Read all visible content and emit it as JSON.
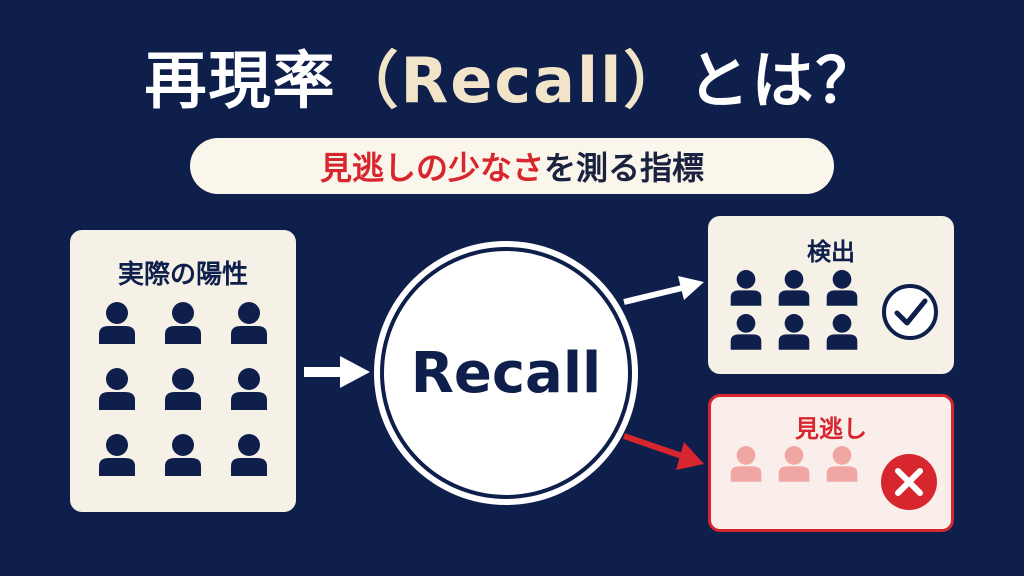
{
  "title": {
    "main": "再現率",
    "accent": "（Recall）",
    "suffix": "とは？"
  },
  "subtitle": {
    "highlight": "見逃しの少なさ",
    "rest": "を測る指標"
  },
  "positives": {
    "label": "実際の陽性",
    "count": 9
  },
  "center": {
    "label": "Recall"
  },
  "detected": {
    "label": "検出",
    "count": 6,
    "icon": "check-circle-icon"
  },
  "missed": {
    "label": "見逃し",
    "count": 3,
    "icon": "x-circle-icon"
  },
  "colors": {
    "background": "#0f1f4b",
    "accent_red": "#d8262f",
    "missed_person": "#f0a6a3",
    "card": "#f6f1e6"
  }
}
